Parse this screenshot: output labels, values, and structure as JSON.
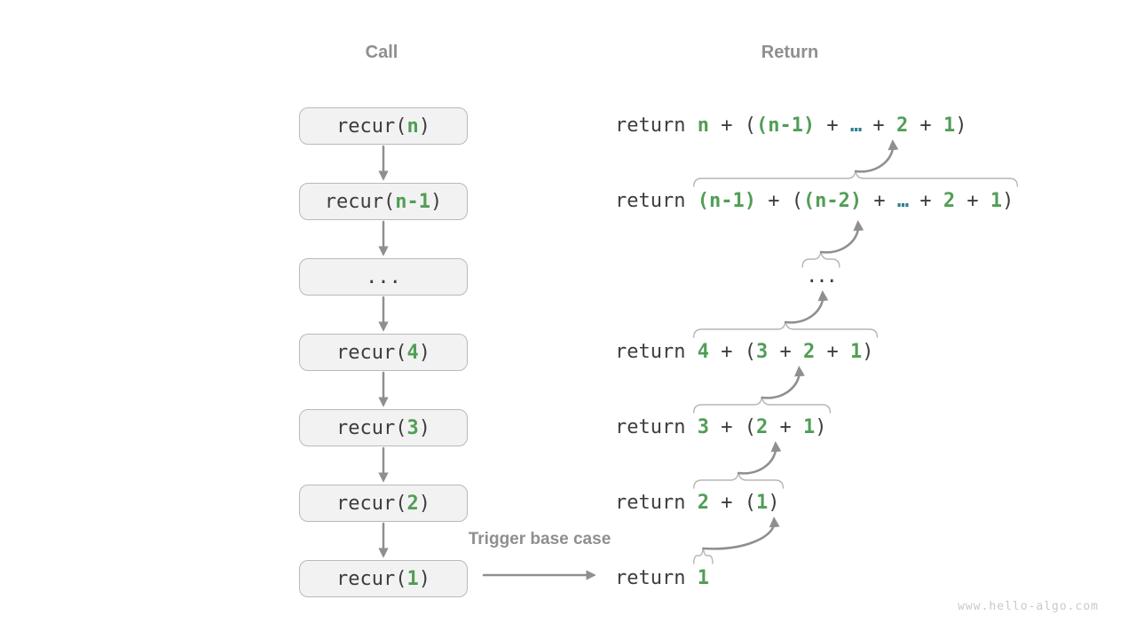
{
  "headers": {
    "call_label": "Call",
    "return_label": "Return"
  },
  "annotations": {
    "trigger_base_case": "Trigger base case",
    "watermark": "www.hello-algo.com"
  },
  "colors": {
    "code_text": "#3d3d3d",
    "highlight_green": "#519e57",
    "ellipsis_teal": "#2f808e",
    "label_gray": "#8f8f8f",
    "arrow_gray": "#8f8f8f",
    "brace_gray": "#b6b6b6",
    "box_fill": "#f2f2f2",
    "box_border": "#b9b9b9",
    "watermark_gray": "#c9c9c9"
  },
  "call_stack": [
    {
      "id": "recur-n",
      "segments": [
        [
          "d",
          "recur("
        ],
        [
          "g",
          "n"
        ],
        [
          "d",
          ")"
        ]
      ]
    },
    {
      "id": "recur-n-1",
      "segments": [
        [
          "d",
          "recur("
        ],
        [
          "g",
          "n-1"
        ],
        [
          "d",
          ")"
        ]
      ]
    },
    {
      "id": "ellipsis",
      "segments": [
        [
          "d",
          "..."
        ]
      ]
    },
    {
      "id": "recur-4",
      "segments": [
        [
          "d",
          "recur("
        ],
        [
          "g",
          "4"
        ],
        [
          "d",
          ")"
        ]
      ]
    },
    {
      "id": "recur-3",
      "segments": [
        [
          "d",
          "recur("
        ],
        [
          "g",
          "3"
        ],
        [
          "d",
          ")"
        ]
      ]
    },
    {
      "id": "recur-2",
      "segments": [
        [
          "d",
          "recur("
        ],
        [
          "g",
          "2"
        ],
        [
          "d",
          ")"
        ]
      ]
    },
    {
      "id": "recur-1",
      "segments": [
        [
          "d",
          "recur("
        ],
        [
          "g",
          "1"
        ],
        [
          "d",
          ")"
        ]
      ]
    }
  ],
  "return_lines": [
    {
      "id": "return-n",
      "ellipsis": false,
      "segments": [
        [
          "d",
          "return "
        ],
        [
          "g",
          "n"
        ],
        [
          "d",
          " + ("
        ],
        [
          "g",
          "(n-1)"
        ],
        [
          "d",
          " + "
        ],
        [
          "t",
          "…"
        ],
        [
          "d",
          " + "
        ],
        [
          "g",
          "2"
        ],
        [
          "d",
          " + "
        ],
        [
          "g",
          "1"
        ],
        [
          "d",
          ")"
        ]
      ]
    },
    {
      "id": "return-n-1",
      "ellipsis": false,
      "segments": [
        [
          "d",
          "return "
        ],
        [
          "g",
          "(n-1)"
        ],
        [
          "d",
          " + ("
        ],
        [
          "g",
          "(n-2)"
        ],
        [
          "d",
          " + "
        ],
        [
          "t",
          "…"
        ],
        [
          "d",
          " + "
        ],
        [
          "g",
          "2"
        ],
        [
          "d",
          " + "
        ],
        [
          "g",
          "1"
        ],
        [
          "d",
          ")"
        ]
      ]
    },
    {
      "id": "return-ellipsis",
      "ellipsis": true,
      "segments": [
        [
          "d",
          "..."
        ]
      ]
    },
    {
      "id": "return-4",
      "ellipsis": false,
      "segments": [
        [
          "d",
          "return "
        ],
        [
          "g",
          "4"
        ],
        [
          "d",
          " + ("
        ],
        [
          "g",
          "3"
        ],
        [
          "d",
          " + "
        ],
        [
          "g",
          "2"
        ],
        [
          "d",
          " + "
        ],
        [
          "g",
          "1"
        ],
        [
          "d",
          ")"
        ]
      ]
    },
    {
      "id": "return-3",
      "ellipsis": false,
      "segments": [
        [
          "d",
          "return "
        ],
        [
          "g",
          "3"
        ],
        [
          "d",
          " + ("
        ],
        [
          "g",
          "2"
        ],
        [
          "d",
          " + "
        ],
        [
          "g",
          "1"
        ],
        [
          "d",
          ")"
        ]
      ]
    },
    {
      "id": "return-2",
      "ellipsis": false,
      "segments": [
        [
          "d",
          "return "
        ],
        [
          "g",
          "2"
        ],
        [
          "d",
          " + ("
        ],
        [
          "g",
          "1"
        ],
        [
          "d",
          ")"
        ]
      ]
    },
    {
      "id": "return-1",
      "ellipsis": false,
      "segments": [
        [
          "d",
          "return "
        ],
        [
          "g",
          "1"
        ]
      ]
    }
  ]
}
